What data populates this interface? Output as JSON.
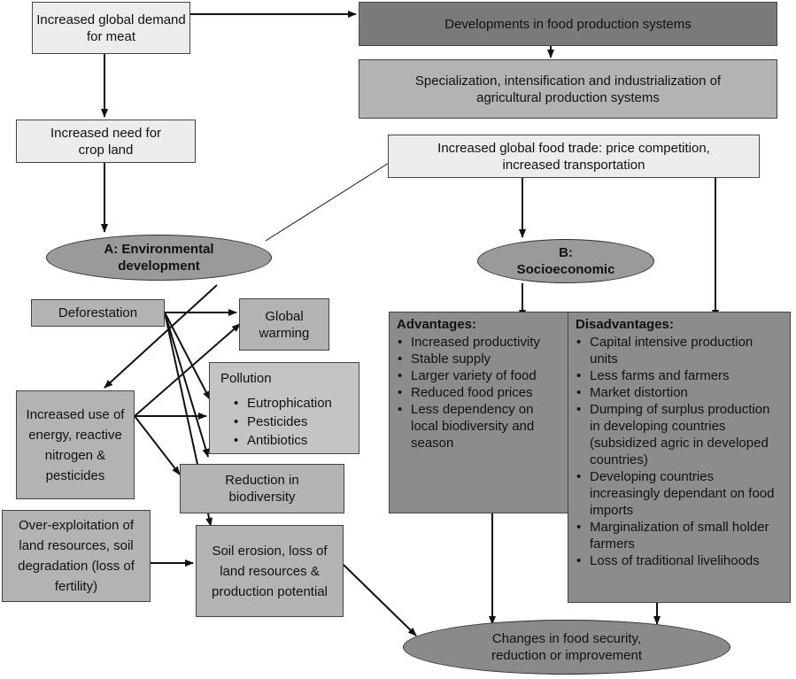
{
  "nodes": {
    "meat_demand": "Increased global demand for meat",
    "food_systems": "Developments in food production systems",
    "specialization": "Specialization, intensification and industrialization of agricultural production systems",
    "crop_land": "Increased need for crop land",
    "food_trade": "Increased global food trade: price competition, increased transportation",
    "env_dev": "A: Environmental development",
    "socio": "B: Socioeconomic",
    "deforestation": "Deforestation",
    "global_warming": "Global warming",
    "pollution": {
      "title": "Pollution",
      "items": [
        "Eutrophication",
        "Pesticides",
        "Antibiotics"
      ]
    },
    "energy_use": "Increased use of energy, reactive nitrogen & pesticides",
    "biodiversity": "Reduction in biodiversity",
    "over_exploitation": "Over-exploitation of land resources, soil degradation (loss of fertility)",
    "soil_erosion": "Soil erosion, loss of land resources & production potential",
    "food_security": "Changes in food security, reduction or improvement"
  },
  "advantages": {
    "title": "Advantages:",
    "items": [
      "Increased productivity",
      "Stable supply",
      "Larger variety of food",
      "Reduced food prices",
      "Less dependency on local biodiversity and season"
    ]
  },
  "disadvantages": {
    "title": "Disadvantages:",
    "items": [
      "Capital intensive production units",
      "Less farms and farmers",
      "Market distortion",
      "Dumping of surplus production in developing countries (subsidized agric in developed countries)",
      "Developing countries increasingly dependant on food imports",
      "Marginalization of small holder farmers",
      "Loss of traditional livelihoods"
    ]
  }
}
